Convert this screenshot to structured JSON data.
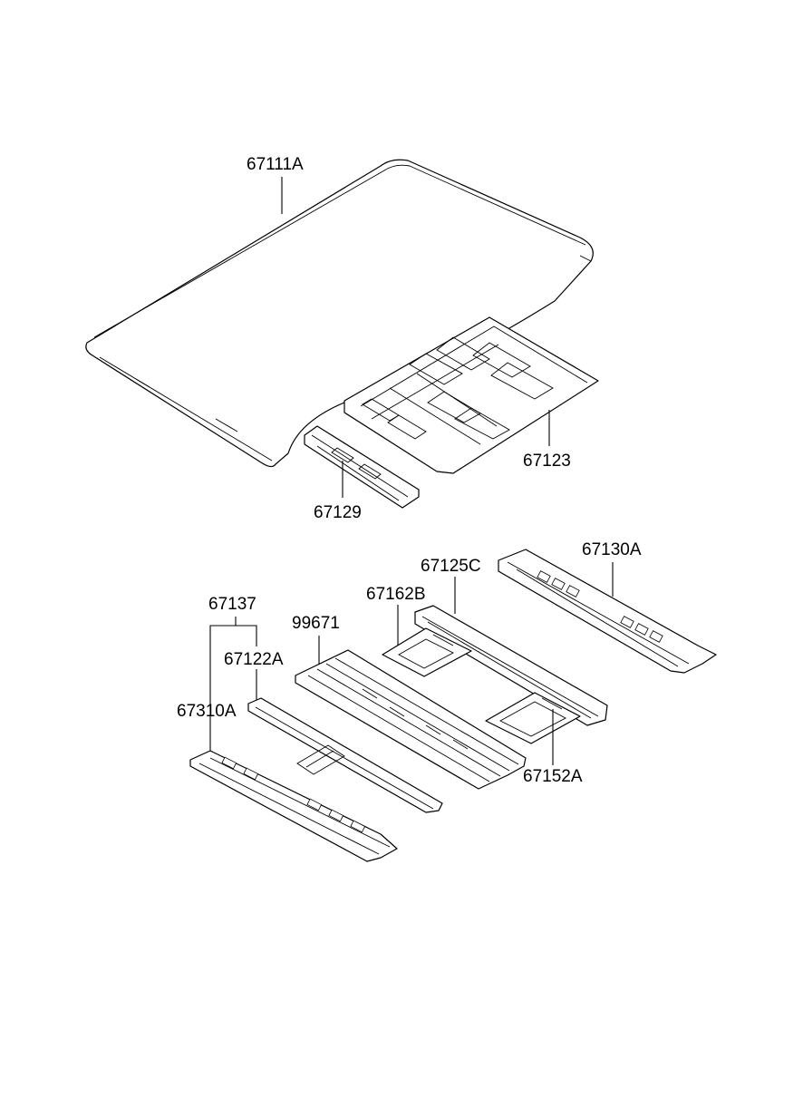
{
  "labels": {
    "roof_panel": "67111A",
    "rear_cross_rail": "67123",
    "front_cross_rail": "67129",
    "rear_rail_assy": "67130A",
    "center_rail": "67125C",
    "bracket_front": "67162B",
    "sunroof_frame": "99671",
    "rail_group": "67137",
    "side_rail": "67122A",
    "front_rail_assy": "67310A",
    "bracket_rear": "67152A"
  },
  "colors": {
    "line": "#000000",
    "background": "#ffffff"
  }
}
